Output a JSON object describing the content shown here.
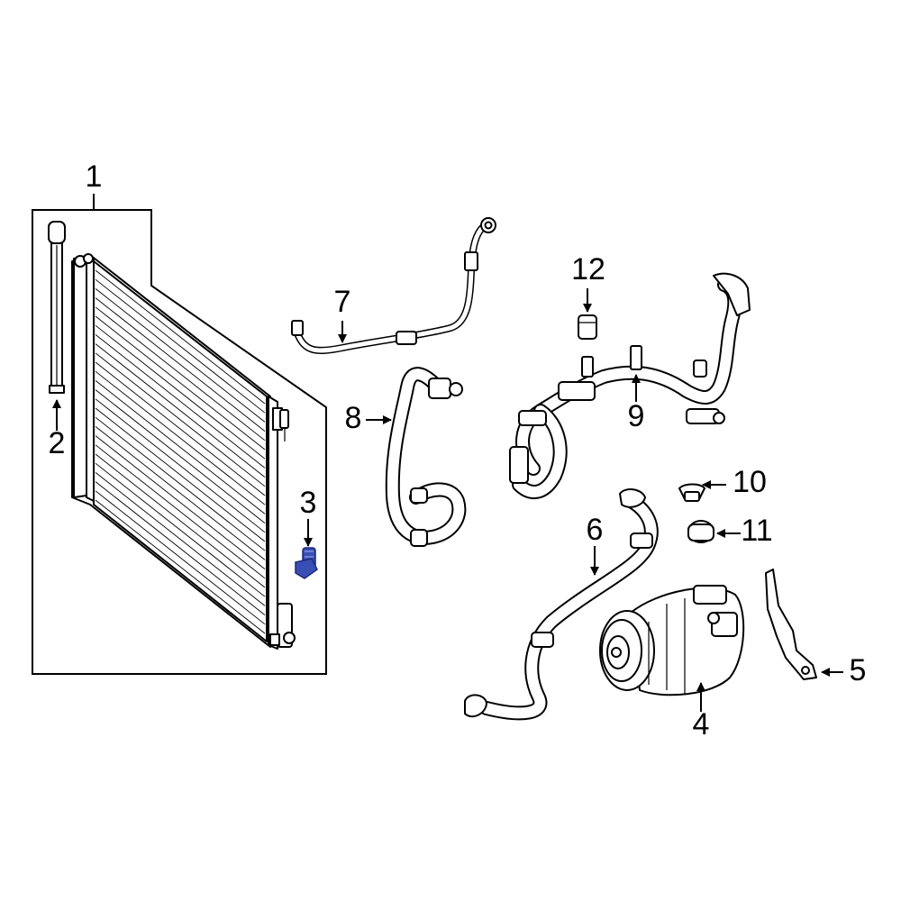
{
  "diagram": {
    "callouts": [
      {
        "id": "1",
        "text": "1"
      },
      {
        "id": "2",
        "text": "2"
      },
      {
        "id": "3",
        "text": "3"
      },
      {
        "id": "4",
        "text": "4"
      },
      {
        "id": "5",
        "text": "5"
      },
      {
        "id": "6",
        "text": "6"
      },
      {
        "id": "7",
        "text": "7"
      },
      {
        "id": "8",
        "text": "8"
      },
      {
        "id": "9",
        "text": "9"
      },
      {
        "id": "10",
        "text": "10"
      },
      {
        "id": "11",
        "text": "11"
      },
      {
        "id": "12",
        "text": "12"
      }
    ],
    "highlight_color": "#3a4fb5",
    "line_color": "#000000",
    "background": "#ffffff"
  }
}
